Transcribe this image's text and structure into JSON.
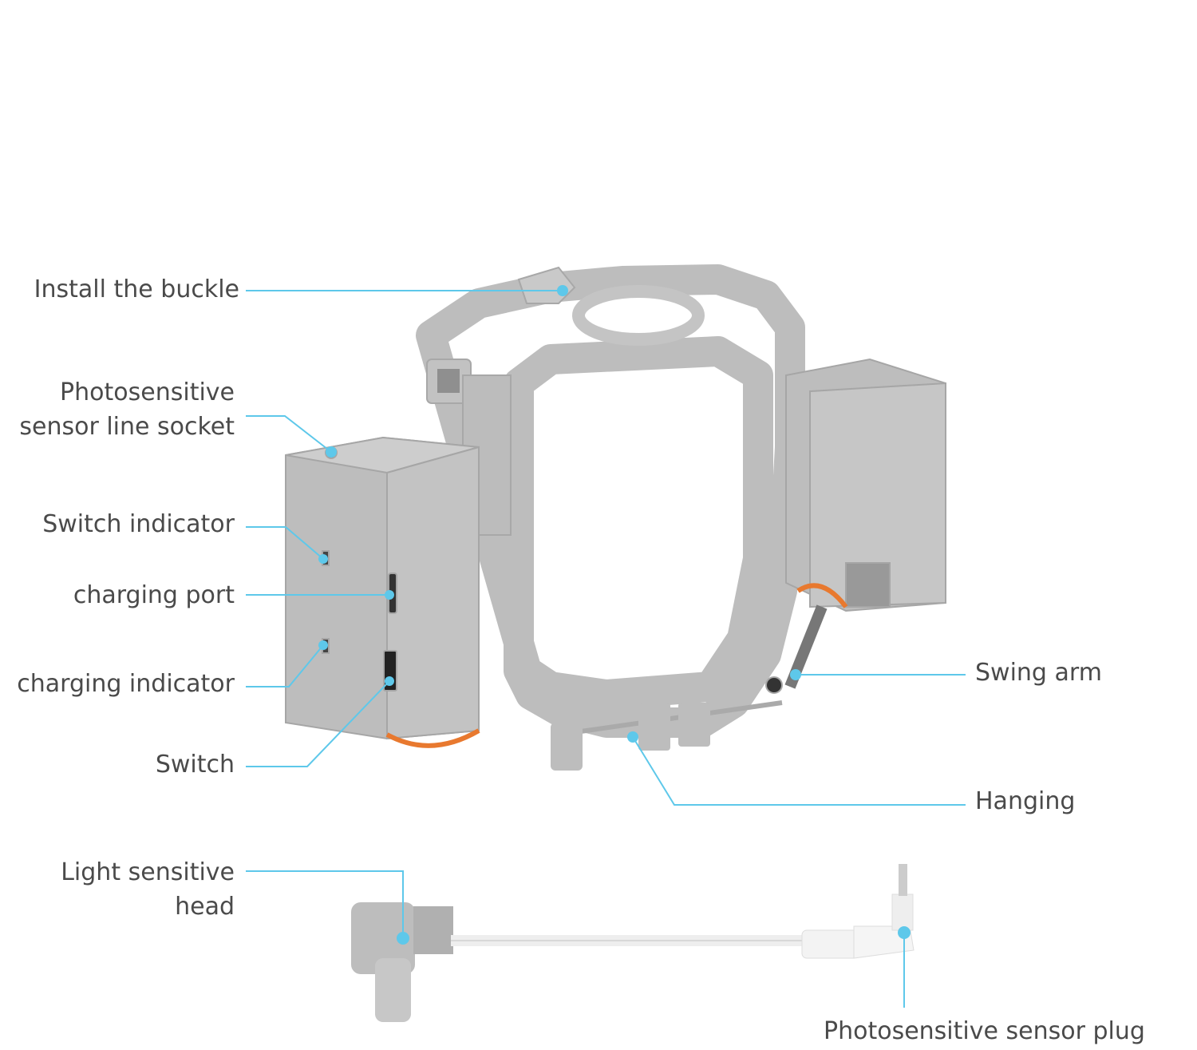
{
  "colors": {
    "leader": "#5ec8ea",
    "body": "#b9b9b9",
    "body_light": "#cacaca",
    "body_dark": "#9e9e9e",
    "text": "#4a4a4a",
    "wire_orange": "#e8792f"
  },
  "labels": {
    "install_buckle": "Install the buckle",
    "socket_line1": "Photosensitive",
    "socket_line2": "sensor line socket",
    "switch_indicator": "Switch indicator",
    "charging_port": "charging port",
    "charging_indicator": "charging indicator",
    "switch": "Switch",
    "swing_arm": "Swing arm",
    "hanging": "Hanging",
    "head_line1": "Light sensitive",
    "head_line2": "head",
    "sensor_plug": "Photosensitive sensor plug"
  }
}
